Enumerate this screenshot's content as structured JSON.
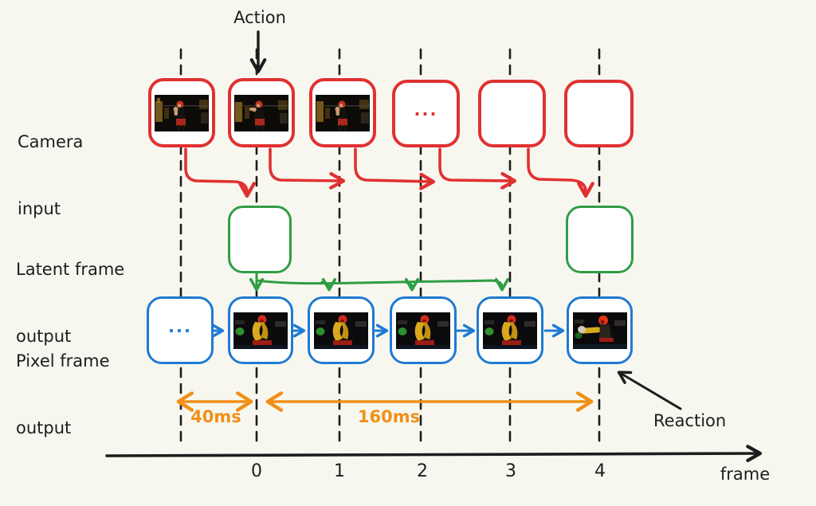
{
  "colors": {
    "bg": "#f7f7f0",
    "ink": "#1d1d1d",
    "red": "#e03131",
    "green": "#2f9e44",
    "blue": "#1e7ad2",
    "orange": "#f09018"
  },
  "annotations": {
    "action_label": "Action",
    "reaction_label": "Reaction"
  },
  "row_labels": {
    "camera_line1": "Camera",
    "camera_line2": "input",
    "latent_line1": "Latent frame",
    "latent_line2": "output",
    "pixel_line1": "Pixel frame",
    "pixel_line2": "output"
  },
  "camera_row": {
    "ellipsis": "..."
  },
  "pixel_row": {
    "ellipsis": "..."
  },
  "durations": {
    "latency": "40ms",
    "window": "160ms"
  },
  "timeline": {
    "ticks": [
      "0",
      "1",
      "2",
      "3",
      "4"
    ],
    "axis_label": "frame"
  }
}
